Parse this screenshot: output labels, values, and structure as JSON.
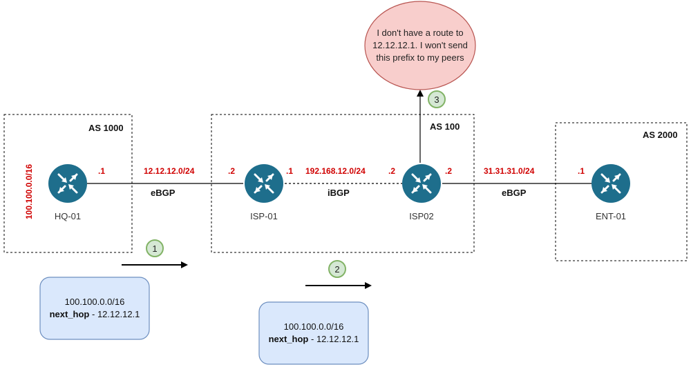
{
  "as_boxes": [
    {
      "id": "as1000",
      "label": "AS 1000"
    },
    {
      "id": "as100",
      "label": "AS 100"
    },
    {
      "id": "as2000",
      "label": "AS 2000"
    }
  ],
  "prefix_hq": "100.100.0.0/16",
  "routers": [
    {
      "id": "hq",
      "name": "HQ-01"
    },
    {
      "id": "isp1",
      "name": "ISP-01"
    },
    {
      "id": "isp2",
      "name": "ISP02"
    },
    {
      "id": "ent",
      "name": "ENT-01"
    }
  ],
  "links": [
    {
      "subnet": "12.12.12.0/24",
      "protocol": "eBGP",
      "left_if": ".1",
      "right_if": ".2"
    },
    {
      "subnet": "192.168.12.0/24",
      "protocol": "iBGP",
      "left_if": ".1",
      "right_if": ".2"
    },
    {
      "subnet": "31.31.31.0/24",
      "protocol": "eBGP",
      "left_if": ".2",
      "right_if": ".1"
    }
  ],
  "steps": [
    "1",
    "2",
    "3"
  ],
  "updates": [
    {
      "prefix": "100.100.0.0/16",
      "nh_label": "next_hop",
      "nh_value": " - 12.12.12.1"
    },
    {
      "prefix": "100.100.0.0/16",
      "nh_label": "next_hop",
      "nh_value": " - 12.12.12.1"
    }
  ],
  "bubble_lines": [
    "I don't have a route to",
    "12.12.12.1. I won't send",
    "this prefix to my peers"
  ],
  "colors": {
    "router_fill": "#1e6e8c",
    "update_fill": "#dae8fc",
    "update_stroke": "#6c8ebf",
    "step_fill": "#d5e8d4",
    "step_stroke": "#82b366",
    "bubble_fill": "#f8cecc",
    "bubble_stroke": "#b85450",
    "red_text": "#d00000"
  }
}
